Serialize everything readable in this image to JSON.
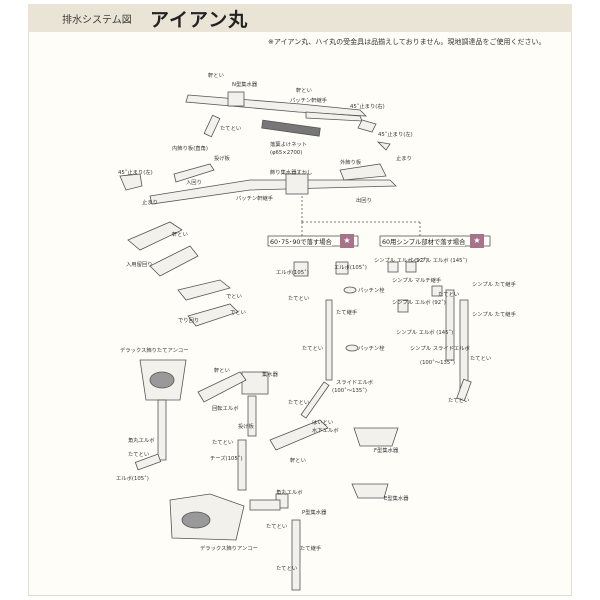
{
  "header": {
    "label": "排水システム図",
    "title": "アイアン丸",
    "band_color": "#e9e4d6",
    "accent_color": "#a8738a"
  },
  "notice": "※アイアン丸、ハイ丸の受金具は品揃えしておりません。現地調達品をご使用ください。",
  "labels": {
    "noki_top": "軒とい",
    "n_shusuiki": "N型集水器",
    "noki_top2": "軒とい",
    "patchin_tsugite_top": "パッチン軒継手",
    "deg45_right": "45˚止まり(右)",
    "tatetoi_top": "たてとい",
    "rakuba_net": "落葉よけネット",
    "rakuba_size": "(φ65×2700)",
    "deg45_left_mid": "45˚止まり(左)",
    "tomari": "止まり",
    "uchikazari": "内飾り板(直角)",
    "nagekake": "投げ板",
    "irimawari": "入回り",
    "kazari_shusui": "飾り集水器すかし",
    "sotokazari": "外飾り板",
    "tomari_mid": "止まり",
    "deg45_left": "45˚止まり(左)",
    "tomari_left": "止まり",
    "patchin_tsugite_mid": "パッチン軒継手",
    "demawari": "出回り",
    "noki_mid": "軒とい",
    "iriyamawari": "入用留回り",
    "detoi": "でとい",
    "dekazari": "でとい",
    "deyamawari": "でり回り",
    "box_left": "60･75･90で落す場合",
    "box_right": "60用シンプル部材で落す場合",
    "elbow105_left": "エルボ(105˚)",
    "elbow105_right": "エルボ(105˚)",
    "tatetoi_1": "たてとい",
    "patchin_1": "パッチン栓",
    "tatetoi_tsugite": "たて継手",
    "tatetoi_2": "たてとい",
    "patchin_2": "パッチン栓",
    "slide_elbow": "スライドエルボ",
    "slide_range": "(100˚～135˚)",
    "tatetoi_3": "たてとい",
    "haitoi": "はいとい",
    "mizushita": "水下エルボ",
    "simple_elbow92": "シンプル\nエルボ\n(92˚)",
    "simple_elbow145_r": "シンプル\nエルボ\n(145˚)",
    "simple_multi": "シンプル\nマルチ継手",
    "simple_elbow92_b": "シンプル\nエルボ\n(92˚)",
    "simple_elbow145": "シンプル\nエルボ\n(145˚)",
    "tatetoi_r1": "たてとい",
    "simple_tate": "シンプル\nたて継手",
    "simple_tate2": "シンプル\nたて継手",
    "simple_slide": "シンプル\nスライドエルボ",
    "simple_slide_range": "(100˚～135˚)",
    "tatetoi_r2": "たてとい",
    "tatetoi_r3": "たてとい",
    "deluxe_top": "デラックス飾りたてアンコー",
    "noki_b": "軒とい",
    "shusuiki_b": "集水器",
    "kaiten_elbow": "回転エルボ",
    "nagekake_b": "投げ板",
    "tatetoi_b1": "たてとい",
    "kakumaru_elbow": "角丸エルボ",
    "tatetoi_b2": "たてとい",
    "tees": "チーズ(105˚)",
    "noki_b2": "軒とい",
    "f_shusuiki": "F型集水器",
    "elbow105_b": "エルボ(105˚)",
    "e_shusuiki": "E型集水器",
    "kakumaru_elbow2": "角丸エルボ",
    "p_shusuiki": "P型集水器",
    "tatetoi_b3": "たてとい",
    "tatetsugite_b": "たて継手",
    "deluxe_bottom": "デラックス飾りアンコー",
    "tatetoi_b4": "たてとい"
  }
}
